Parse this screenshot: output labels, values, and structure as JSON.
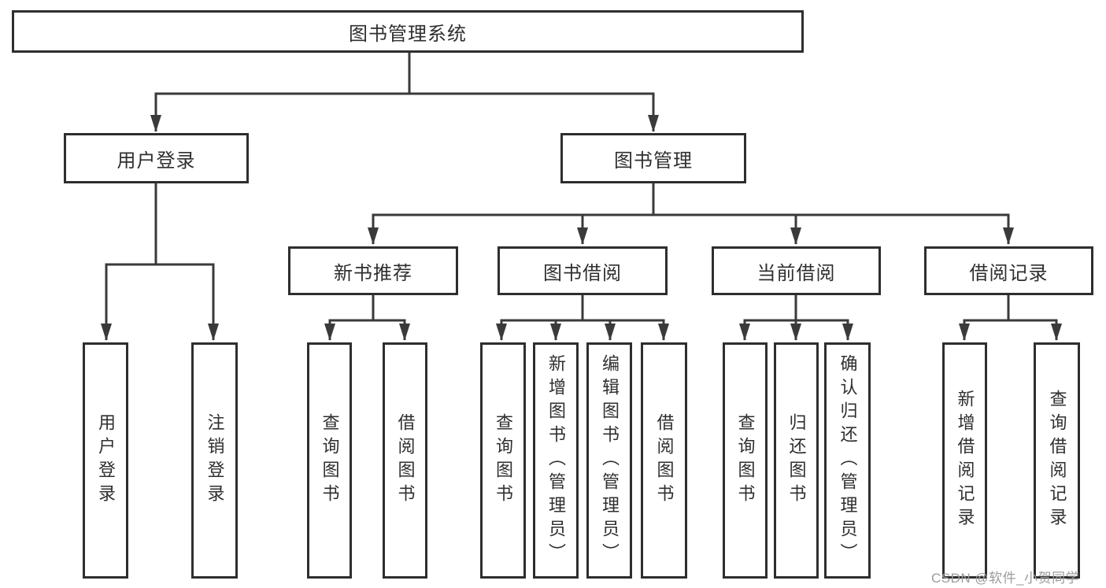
{
  "diagram": {
    "root": {
      "label": "图书管理系统"
    },
    "children": [
      {
        "label": "用户登录",
        "children": [
          {
            "label": "用户登录"
          },
          {
            "label": "注销登录"
          }
        ]
      },
      {
        "label": "图书管理",
        "children": [
          {
            "label": "新书推荐",
            "children": [
              {
                "label": "查询图书"
              },
              {
                "label": "借阅图书"
              }
            ]
          },
          {
            "label": "图书借阅",
            "children": [
              {
                "label": "查询图书"
              },
              {
                "label": "新增图书（管理员）"
              },
              {
                "label": "编辑图书（管理员）"
              },
              {
                "label": "借阅图书"
              }
            ]
          },
          {
            "label": "当前借阅",
            "children": [
              {
                "label": "查询图书"
              },
              {
                "label": "归还图书"
              },
              {
                "label": "确认归还（管理员）"
              }
            ]
          },
          {
            "label": "借阅记录",
            "children": [
              {
                "label": "新增借阅记录"
              },
              {
                "label": "查询借阅记录"
              }
            ]
          }
        ]
      }
    ]
  },
  "watermark": {
    "text": "CSDN @软件_小贺同学",
    "color": "#9c9c9c"
  },
  "colors": {
    "line": "#3a3a3a",
    "box_border": "#2e2e2e",
    "text": "#2f2f2f",
    "background": "#ffffff"
  }
}
